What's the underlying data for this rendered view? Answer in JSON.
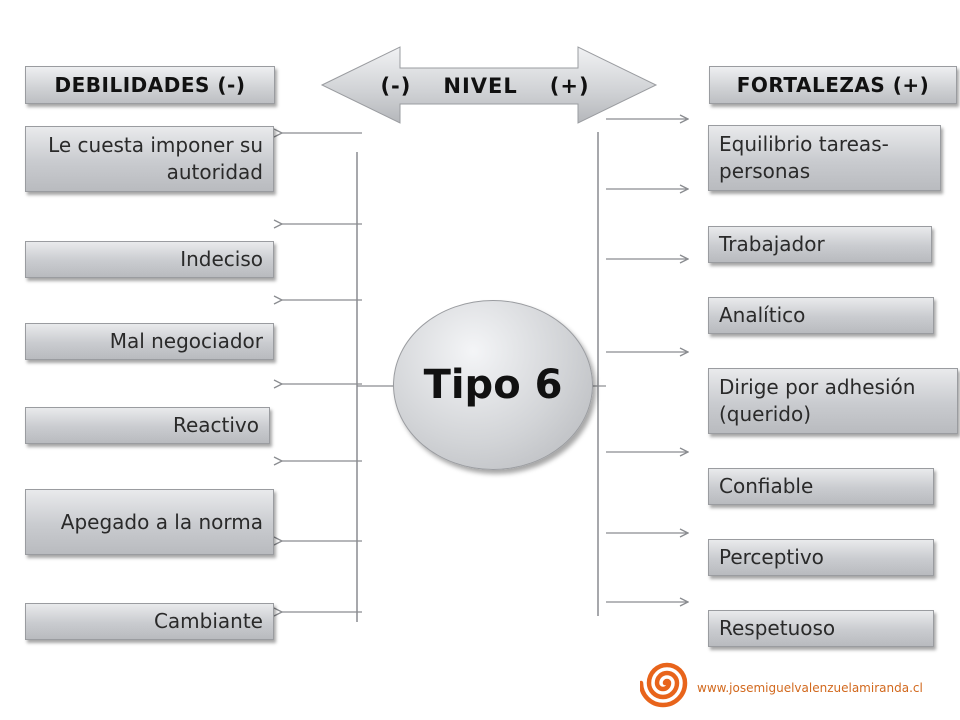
{
  "diagram": {
    "title_left": "DEBILIDADES (-)",
    "title_right": "FORTALEZAS (+)",
    "nivel": {
      "minus": "(-)",
      "label": "NIVEL",
      "plus": "(+)"
    },
    "center": "Tipo 6",
    "weaknesses": [
      "Le cuesta imponer su autoridad",
      "Indeciso",
      "Mal negociador",
      "Reactivo",
      "Apegado a la norma",
      "Cambiante"
    ],
    "strengths": [
      "Equilibrio tareas-personas",
      "Trabajador",
      "Analítico",
      "Dirige por adhesión (querido)",
      "Confiable",
      "Perceptivo",
      "Respetuoso"
    ]
  },
  "footer": {
    "url": "www.josemiguelvalenzuelamiranda.cl"
  },
  "colors": {
    "box_top": "#e9eaec",
    "box_bottom": "#b9bbbf",
    "line": "#8a8c90",
    "logo": "#e8641b",
    "url": "#d2691e"
  },
  "icons": {
    "logo": "spiral-logo-icon"
  }
}
